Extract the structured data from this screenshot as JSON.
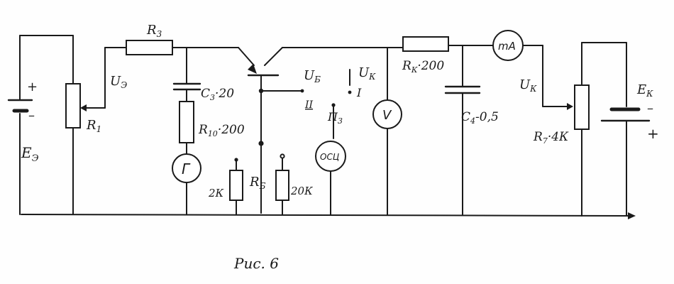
{
  "labels": {
    "r3": "R",
    "r3_sub": "3",
    "ue": "U",
    "ue_sub": "Э",
    "r1": "R",
    "r1_sub": "1",
    "ee": "E",
    "ee_sub": "Э",
    "c3": "C",
    "c3_sub": "3",
    "c3_val": "·20",
    "r10": "R",
    "r10_sub": "10",
    "r10_val": "·200",
    "gen": "Г",
    "r2k": "2К",
    "rb": "R",
    "rb_sub": "Б",
    "r20k": "20К",
    "ub": "U",
    "ub_sub": "Б",
    "pos2": "II",
    "p3": "П",
    "p3_sub": "3",
    "osc": "ОСЦ",
    "uk_mid": "U",
    "uk_mid_sub": "К",
    "pos1": "I",
    "volt": "V",
    "rk": "R",
    "rk_sub": "К",
    "rk_val": "·200",
    "c4": "C",
    "c4_sub": "4",
    "c4_val": "-0,5",
    "ma": "mA",
    "uk_right": "U",
    "uk_right_sub": "К",
    "r7": "R",
    "r7_sub": "7",
    "r7_val": "·4К",
    "ek": "E",
    "ek_sub": "К",
    "plus_left": "+",
    "minus_left": "–",
    "minus_right": "–",
    "plus_right": "+"
  },
  "caption": "Рис. 6"
}
